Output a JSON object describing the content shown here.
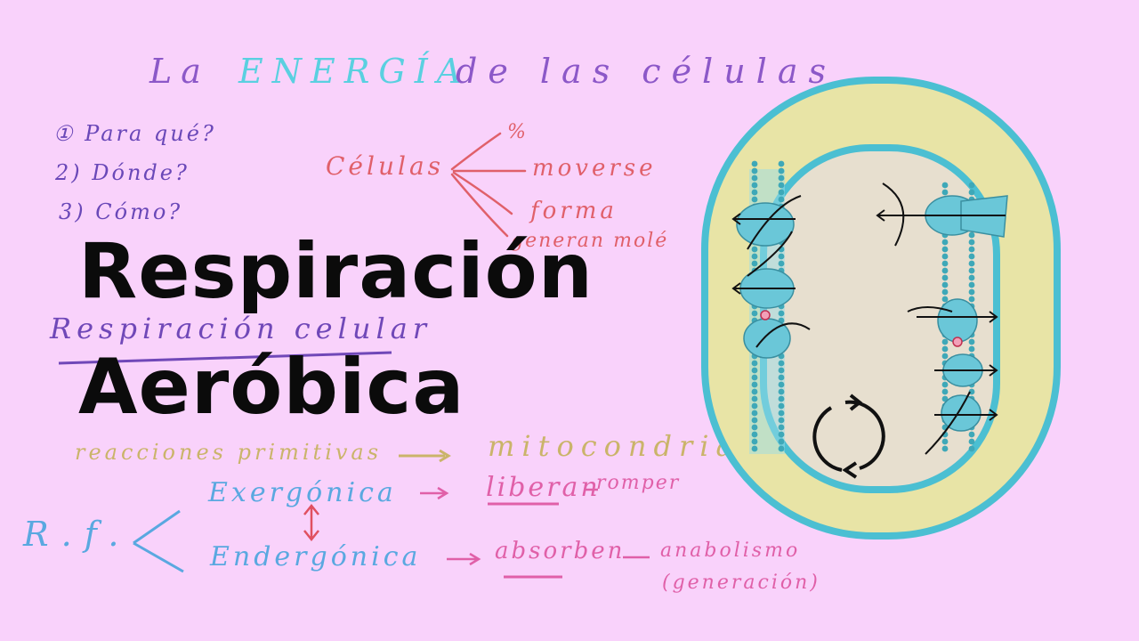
{
  "handwritten": {
    "title_la": "La",
    "title_energia": "ENERGÍA",
    "title_rest": "de las células",
    "question_1": "① Para qué?",
    "question_2": "2) Dónde?",
    "question_3": "3) Cómo?",
    "celulas": "Células",
    "branch_pct": "%",
    "branch_moverse": "moverse",
    "branch_forma": "forma",
    "branch_generar": "generan molé",
    "respiracion_celular": "Respiración celular",
    "reacciones": "reacciones primitivas",
    "mitocondria": "mitocondria",
    "rf": "R.f.",
    "exergonica": "Exergónica",
    "endergonica": "Endergónica",
    "liberan": "liberan",
    "romper": "romper",
    "absorben": "absorben",
    "anabolismo": "anabolismo",
    "generacion": "(generación)"
  },
  "headline": {
    "line1": "Respiración",
    "line2": "Aeróbica"
  },
  "colors": {
    "background": "#f9d2fb",
    "cell_outer_wall": "#e8e4a6",
    "cell_membrane": "#4bbfd2",
    "cytoplasm": "#e7dfcf",
    "protein": "#6ac7d8"
  },
  "icons": {
    "cycle": "circular-cycle-arrows-icon",
    "transport": "membrane-transport-arrow-icon"
  }
}
